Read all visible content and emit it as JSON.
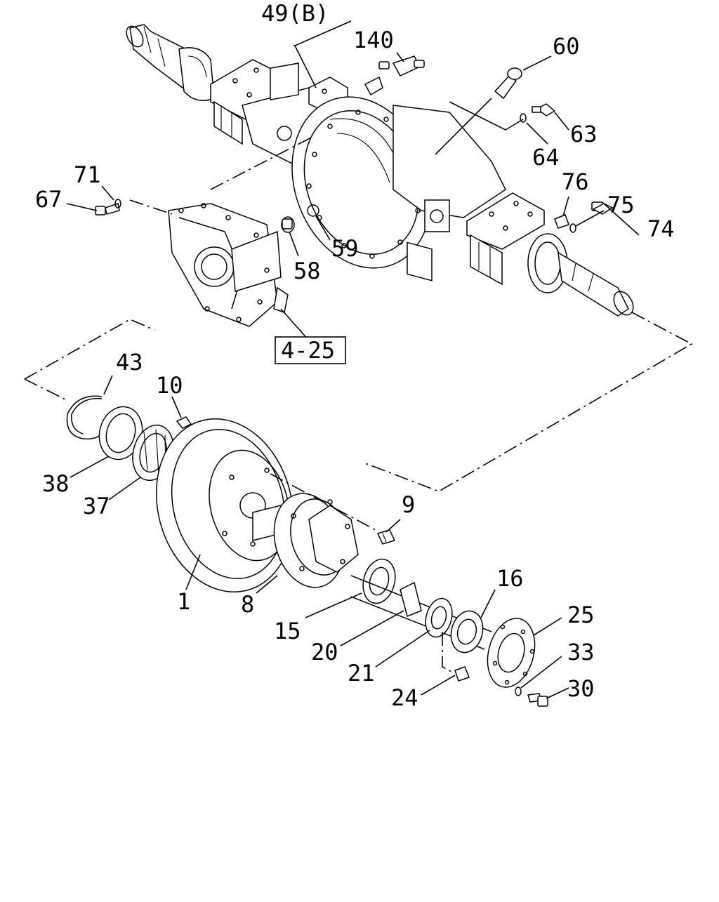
{
  "diagram": {
    "callouts": [
      {
        "id": "c49",
        "label": "49(B)"
      },
      {
        "id": "c140",
        "label": "140"
      },
      {
        "id": "c60",
        "label": "60"
      },
      {
        "id": "c63",
        "label": "63"
      },
      {
        "id": "c64",
        "label": "64"
      },
      {
        "id": "c71",
        "label": "71"
      },
      {
        "id": "c67",
        "label": "67"
      },
      {
        "id": "c76",
        "label": "76"
      },
      {
        "id": "c75",
        "label": "75"
      },
      {
        "id": "c74",
        "label": "74"
      },
      {
        "id": "c58",
        "label": "58"
      },
      {
        "id": "c59",
        "label": "59"
      },
      {
        "id": "c43",
        "label": "43"
      },
      {
        "id": "c10",
        "label": "10"
      },
      {
        "id": "c38",
        "label": "38"
      },
      {
        "id": "c37",
        "label": "37"
      },
      {
        "id": "c9",
        "label": "9"
      },
      {
        "id": "c1",
        "label": "1"
      },
      {
        "id": "c8",
        "label": "8"
      },
      {
        "id": "c16",
        "label": "16"
      },
      {
        "id": "c25",
        "label": "25"
      },
      {
        "id": "c15",
        "label": "15"
      },
      {
        "id": "c33",
        "label": "33"
      },
      {
        "id": "c30",
        "label": "30"
      },
      {
        "id": "c20",
        "label": "20"
      },
      {
        "id": "c21",
        "label": "21"
      },
      {
        "id": "c24",
        "label": "24"
      }
    ],
    "reference_box": "4-25"
  }
}
